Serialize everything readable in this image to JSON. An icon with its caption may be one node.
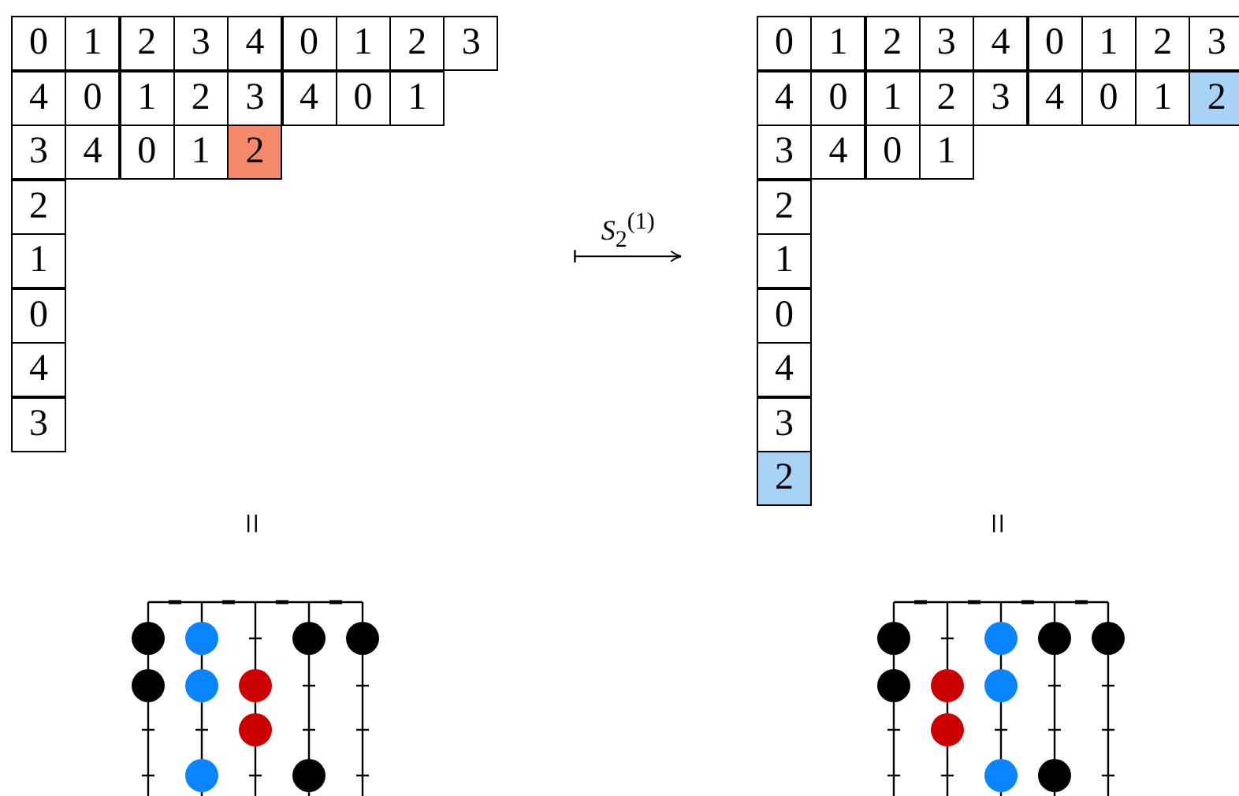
{
  "diagram": {
    "nodes": [
      {
        "text": [
          "0",
          "1",
          "2",
          "3",
          "4",
          "0",
          "1",
          "2",
          "3",
          "4",
          "0",
          "1",
          "2",
          "3",
          "4",
          "0",
          "1",
          "3",
          "4",
          "0",
          "1",
          "2",
          "2",
          "1",
          "0",
          "4",
          "3"
        ]
      },
      {
        "text": [
          "0",
          "1",
          "2",
          "3",
          "4",
          "0",
          "1",
          "2",
          "3",
          "4",
          "0",
          "1",
          "2",
          "3",
          "4",
          "0",
          "1",
          "2",
          "3",
          "4",
          "0",
          "1",
          "2",
          "1",
          "0",
          "4",
          "3",
          "2"
        ]
      }
    ],
    "edges": [
      {
        "from": 0,
        "to": 1,
        "arrow": "to",
        "label": "*S*$_{2}$$^{(1)}$"
      }
    ],
    "labels": [
      "=",
      "="
    ]
  }
}
